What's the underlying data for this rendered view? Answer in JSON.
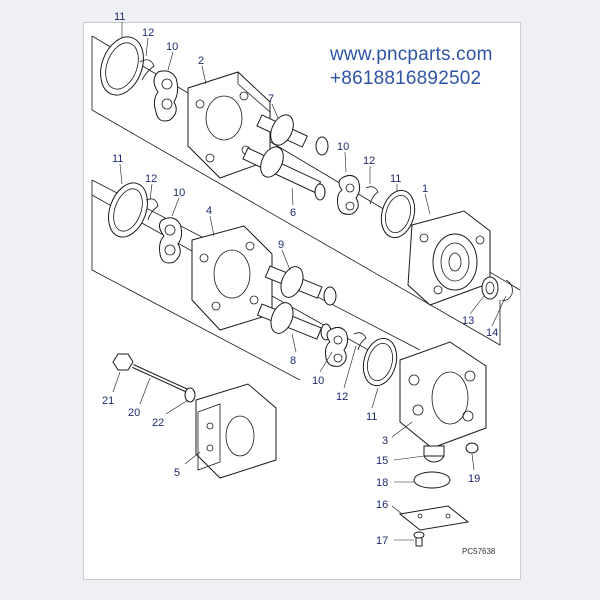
{
  "watermark": {
    "url": "www.pncparts.com",
    "phone": "+8618816892502",
    "color": "#2e54a3"
  },
  "diagram_code": "PC57638",
  "callouts": {
    "c11a": "11",
    "c12a": "12",
    "c10a": "10",
    "c2": "2",
    "c7": "7",
    "c10b": "10",
    "c12b": "12",
    "c11b": "11",
    "c6": "6",
    "c1": "1",
    "c11c": "11",
    "c12c": "12",
    "c10c": "10",
    "c4": "4",
    "c9": "9",
    "c8": "8",
    "c13": "13",
    "c14": "14",
    "c10d": "10",
    "c12d": "12",
    "c11d": "11",
    "c21": "21",
    "c20": "20",
    "c22": "22",
    "c5": "5",
    "c3": "3",
    "c15": "15",
    "c19": "19",
    "c18": "18",
    "c16": "16",
    "c17": "17"
  }
}
